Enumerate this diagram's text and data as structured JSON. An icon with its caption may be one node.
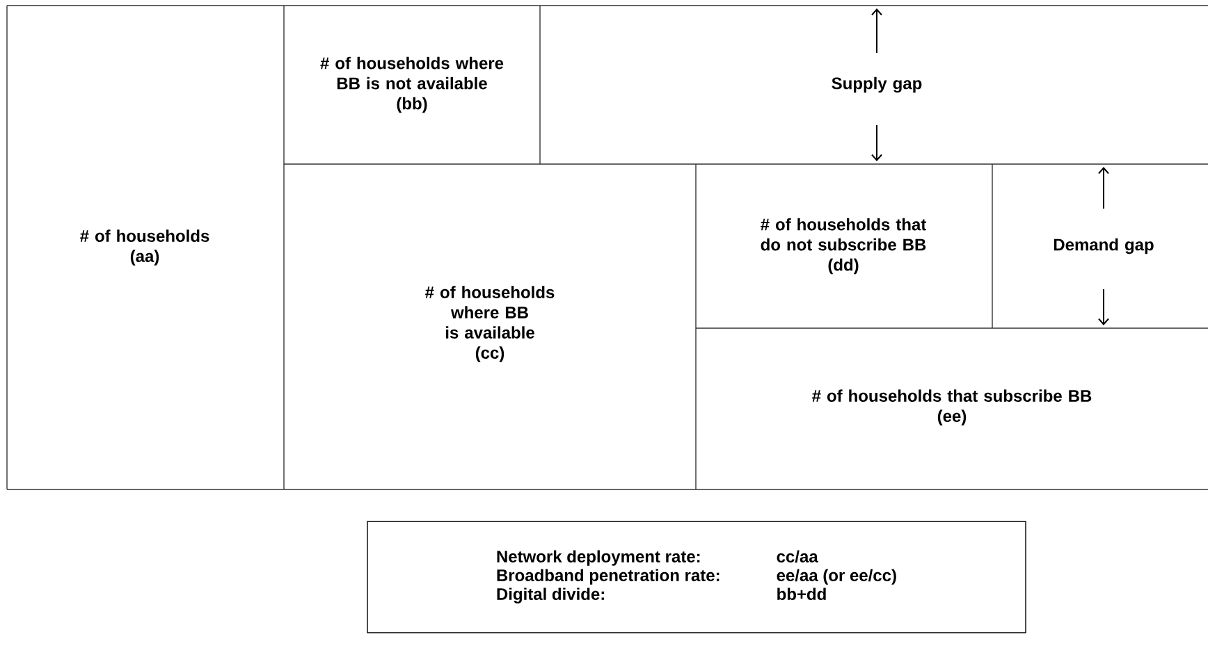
{
  "diagram": {
    "nodes": [
      {
        "text": [
          "# of households",
          "(aa)"
        ]
      },
      {
        "text": [
          "# of households where BB is not available",
          "(bb)"
        ]
      },
      {
        "text": [
          "Supply gap"
        ]
      },
      {
        "text": [
          "# of households where BB is available",
          "(cc)"
        ]
      },
      {
        "text": [
          "# of households that do not subscribe BB",
          "(dd)"
        ]
      },
      {
        "text": [
          "Demand gap"
        ]
      },
      {
        "text": [
          "# of households that subscribe BB",
          "(ee)"
        ]
      },
      {
        "text": [
          "Network deployment rate:",
          "cc/aa",
          "Broadband penetration rate:",
          "ee/aa (or ee/cc)",
          "Digital divide:",
          "bb+dd"
        ]
      }
    ]
  }
}
